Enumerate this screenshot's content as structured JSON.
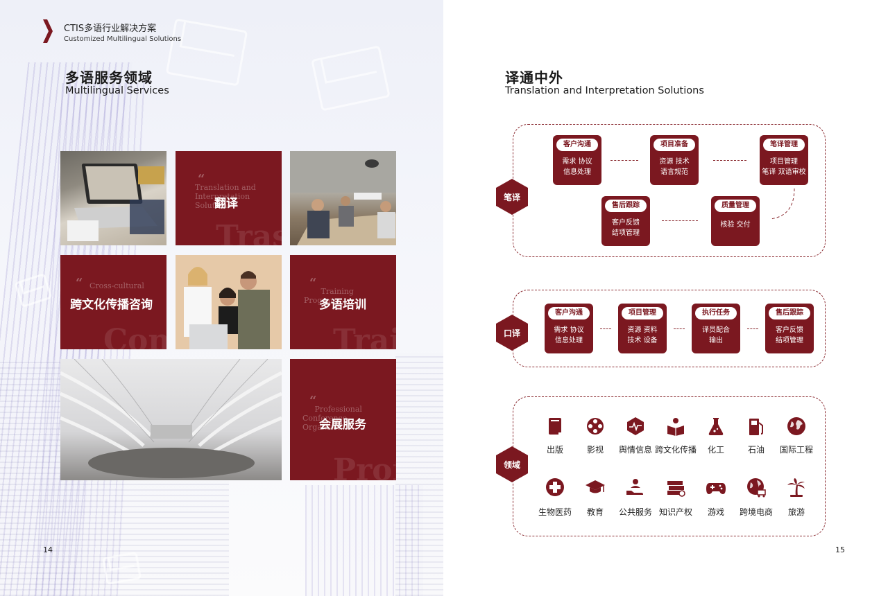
{
  "left_page": {
    "brand_title": "CTIS多语行业解决方案",
    "brand_subtitle": "Customized Multilingual Solutions",
    "heading_cn": "多语服务领域",
    "heading_en": "Multilingual Services",
    "tiles": [
      {
        "label": "翻译",
        "en": "Translation and\nInterpretation\nSolutions",
        "watermark": "Tras"
      },
      {
        "label": "跨文化传播咨询",
        "en": "Cross-cultural",
        "watermark": "Con"
      },
      {
        "label": "多语培训",
        "en": "Training\nPrograms",
        "watermark": "Trai"
      },
      {
        "label": "会展服务",
        "en": "Professional\nConference\nOrganizer",
        "watermark": "Prof"
      }
    ],
    "page_number": "14"
  },
  "right_page": {
    "heading_cn": "译通中外",
    "heading_en": "Translation and Interpretation Solutions",
    "written": {
      "tag": "笔译",
      "cards": [
        {
          "title": "客户沟通",
          "lines": [
            "需求 协议",
            "信息处理"
          ]
        },
        {
          "title": "项目准备",
          "lines": [
            "资源 技术",
            "语言规范"
          ]
        },
        {
          "title": "笔译管理",
          "lines": [
            "项目管理",
            "笔译 双语审校"
          ]
        },
        {
          "title": "售后跟踪",
          "lines": [
            "客户反馈",
            "结项管理"
          ]
        },
        {
          "title": "质量管理",
          "lines": [
            "核验 交付"
          ]
        }
      ]
    },
    "oral": {
      "tag": "口译",
      "cards": [
        {
          "title": "客户沟通",
          "lines": [
            "需求 协议",
            "信息处理"
          ]
        },
        {
          "title": "项目管理",
          "lines": [
            "资源 资料",
            "技术 设备"
          ]
        },
        {
          "title": "执行任务",
          "lines": [
            "译员配合",
            "输出"
          ]
        },
        {
          "title": "售后跟踪",
          "lines": [
            "客户反馈",
            "结项管理"
          ]
        }
      ]
    },
    "fields": {
      "tag": "领域",
      "items": [
        {
          "label": "出版",
          "icon": "book-icon"
        },
        {
          "label": "影视",
          "icon": "film-reel-icon"
        },
        {
          "label": "舆情信息",
          "icon": "pulse-icon"
        },
        {
          "label": "跨文化传播",
          "icon": "reader-icon"
        },
        {
          "label": "化工",
          "icon": "flask-icon"
        },
        {
          "label": "石油",
          "icon": "fuel-pump-icon"
        },
        {
          "label": "国际工程",
          "icon": "globe-icon"
        },
        {
          "label": "生物医药",
          "icon": "medical-cross-icon"
        },
        {
          "label": "教育",
          "icon": "graduation-cap-icon"
        },
        {
          "label": "公共服务",
          "icon": "service-hand-icon"
        },
        {
          "label": "知识产权",
          "icon": "books-stack-icon"
        },
        {
          "label": "游戏",
          "icon": "gamepad-icon"
        },
        {
          "label": "跨境电商",
          "icon": "globe-cart-icon"
        },
        {
          "label": "旅游",
          "icon": "palm-tree-icon"
        }
      ]
    },
    "page_number": "15"
  },
  "colors": {
    "accent": "#7b1820",
    "dashed": "#8a2a30"
  }
}
